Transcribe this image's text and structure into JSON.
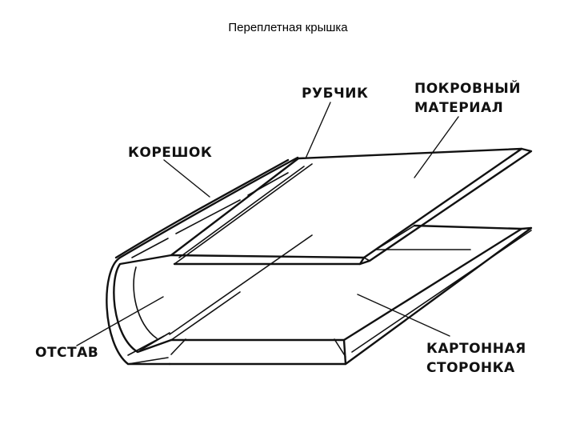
{
  "page": {
    "title": "Переплетная крышка"
  },
  "labels": {
    "rubchik": "РУБЧИК",
    "pokrovny_line1": "ПОКРОВНЫЙ",
    "pokrovny_line2": "МАТЕРИАЛ",
    "koreshok": "КОРЕШОК",
    "otstav": "ОТСТАВ",
    "kartonnaya_line1": "КАРТОННАЯ",
    "kartonnaya_line2": "СТОРОНКА"
  }
}
